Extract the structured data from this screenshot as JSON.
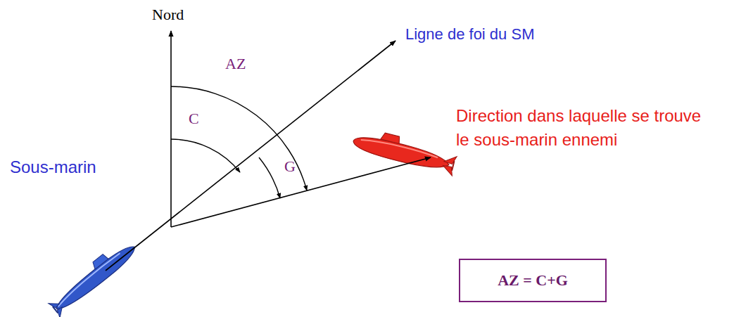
{
  "diagram": {
    "nodes": [
      {
        "text": [
          "AZ = C+G"
        ]
      }
    ],
    "labels": [
      "Nord",
      "Ligne de foi du SM",
      "AZ",
      "C",
      "G",
      "Direction dans laquelle se trouve le sous-marin ennemi",
      "Sous-marin"
    ]
  }
}
